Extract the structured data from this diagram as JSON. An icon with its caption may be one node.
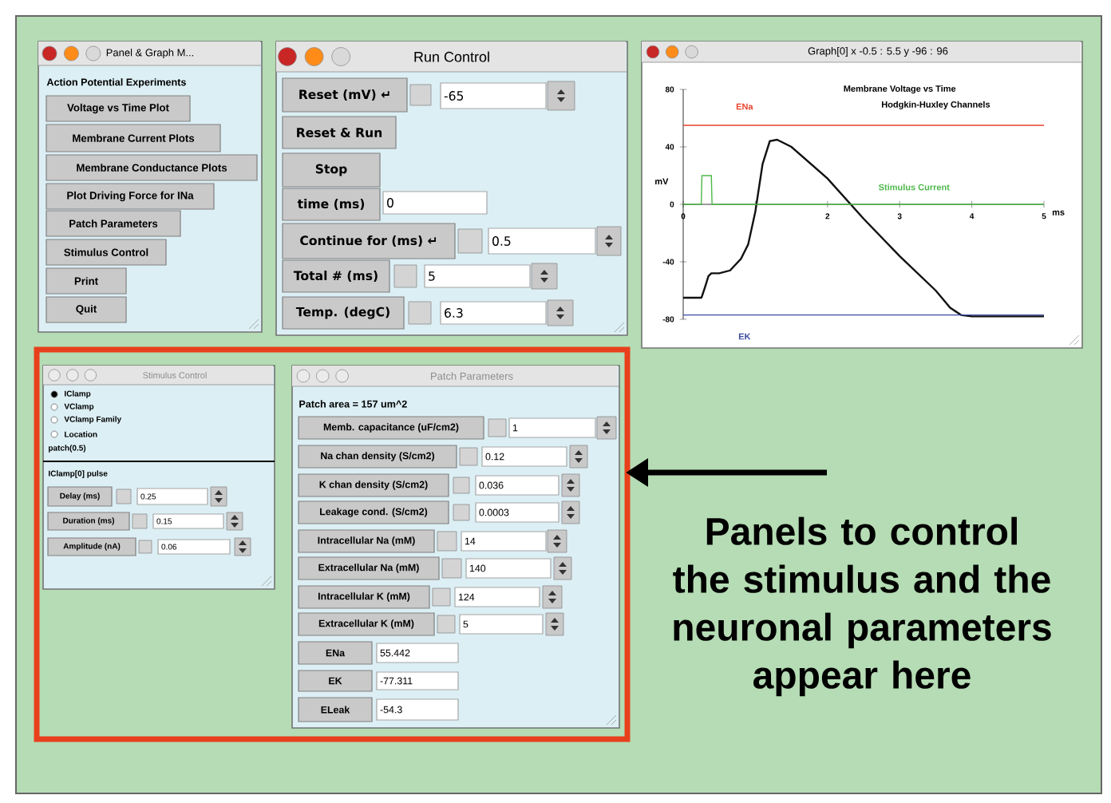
{
  "diagram": {
    "nodes": [
      {
        "text": [
          "Panel & Graph M...",
          "Action Potential Experiments"
        ]
      },
      {
        "text": [
          "Voltage vs Time Plot"
        ],
        "in": 0
      },
      {
        "text": [
          "Membrane Current Plots"
        ],
        "in": 0
      },
      {
        "text": [
          "Membrane Conductance Plots"
        ],
        "in": 0
      },
      {
        "text": [
          "Plot Driving Force for INa"
        ],
        "in": 0
      },
      {
        "text": [
          "Patch Parameters"
        ],
        "in": 0
      },
      {
        "text": [
          "Stimulus Control"
        ],
        "in": 0
      },
      {
        "text": [
          "Print"
        ],
        "in": 0
      },
      {
        "text": [
          "Quit"
        ],
        "in": 0
      },
      {
        "text": [
          "Run Control"
        ]
      },
      {
        "text": [
          "Reset (mV) ↵"
        ],
        "in": 9
      },
      {
        "text": [
          "-65"
        ],
        "in": 9
      },
      {
        "text": [
          "Reset & Run"
        ],
        "in": 9
      },
      {
        "text": [
          "Stop"
        ],
        "in": 9
      },
      {
        "text": [
          "time (ms)"
        ],
        "in": 9
      },
      {
        "text": [
          "0"
        ],
        "in": 9
      },
      {
        "text": [
          "Continue for (ms) ↵"
        ],
        "in": 9
      },
      {
        "text": [
          "0.5"
        ],
        "in": 9
      },
      {
        "text": [
          "Total # (ms)"
        ],
        "in": 9
      },
      {
        "text": [
          "5"
        ],
        "in": 9
      },
      {
        "text": [
          "Temp. (degC)"
        ],
        "in": 9
      },
      {
        "text": [
          "6.3"
        ],
        "in": 9
      },
      {
        "text": [
          "Graph[0] x -0.5 : 5.5 y -96 : 96"
        ]
      },
      {
        "text": [],
        "shape": "box"
      },
      {
        "text": [
          "Stimulus Control",
          "IClamp",
          "VClamp",
          "VClamp Family",
          "Location",
          "patch(0.5)",
          "IClamp[0] pulse"
        ],
        "in": 23
      },
      {
        "text": [
          "Delay (ms)"
        ],
        "in": 24
      },
      {
        "text": [
          "0.25"
        ],
        "in": 24
      },
      {
        "text": [
          "Duration (ms)"
        ],
        "in": 24
      },
      {
        "text": [
          "0.15"
        ],
        "in": 24
      },
      {
        "text": [
          "Amplitude (nA)"
        ],
        "in": 24
      },
      {
        "text": [
          "0.06"
        ],
        "in": 24
      },
      {
        "text": [
          "Patch Parameters",
          "Patch area = 157 um^2"
        ],
        "in": 23
      },
      {
        "text": [
          "Memb. capacitance (uF/cm2)"
        ],
        "in": 31
      },
      {
        "text": [
          "1"
        ],
        "in": 31
      },
      {
        "text": [
          "Na chan density (S/cm2)"
        ],
        "in": 31
      },
      {
        "text": [
          "0.12"
        ],
        "in": 31
      },
      {
        "text": [
          "K chan density (S/cm2)"
        ],
        "in": 31
      },
      {
        "text": [
          "0.036"
        ],
        "in": 31
      },
      {
        "text": [
          "Leakage cond. (S/cm2)"
        ],
        "in": 31
      },
      {
        "text": [
          "0.0003"
        ],
        "in": 31
      },
      {
        "text": [
          "Intracellular Na (mM)"
        ],
        "in": 31
      },
      {
        "text": [
          "14"
        ],
        "in": 31
      },
      {
        "text": [
          "Extracellular Na (mM)"
        ],
        "in": 31
      },
      {
        "text": [
          "140"
        ],
        "in": 31
      },
      {
        "text": [
          "Intracellular K (mM)"
        ],
        "in": 31
      },
      {
        "text": [
          "124"
        ],
        "in": 31
      },
      {
        "text": [
          "Extracellular K (mM)"
        ],
        "in": 31
      },
      {
        "text": [
          "5"
        ],
        "in": 31
      },
      {
        "text": [
          "ENa"
        ],
        "in": 31
      },
      {
        "text": [
          "55.442"
        ],
        "in": 31
      },
      {
        "text": [
          "EK"
        ],
        "in": 31
      },
      {
        "text": [
          "-77.311"
        ],
        "in": 31
      },
      {
        "text": [
          "ELeak"
        ],
        "in": 31
      },
      {
        "text": [
          "-54.3"
        ],
        "in": 31
      },
      {
        "text": [
          "Panels to control the stimulus and the neuronal parameters appear here"
        ]
      }
    ],
    "edges": [
      {
        "from": 54,
        "to": 23,
        "arrow": "to"
      }
    ],
    "chart_data": {
      "type": "line",
      "title": "Membrane Voltage vs Time",
      "xlabel": "ms",
      "ylabel": "mV",
      "x": [
        0,
        0.25,
        0.26,
        0.3,
        0.35,
        0.39,
        0.4,
        0.5,
        0.65,
        0.8,
        0.9,
        1.0,
        1.1,
        1.2,
        1.3,
        1.5,
        2.0,
        2.5,
        3.0,
        3.5,
        3.7,
        3.85,
        4.0,
        5.0
      ],
      "series": [
        {
          "color": "#111111",
          "values": [
            -65,
            -65,
            -64,
            -58,
            -50,
            -48,
            -48,
            -48,
            -46,
            -38,
            -28,
            -5,
            28,
            44,
            45,
            40,
            18,
            -10,
            -36,
            -60,
            -72,
            -77,
            -78,
            -78
          ]
        },
        {
          "name": "ENa",
          "color": "#e8412c",
          "values": [
            55,
            55,
            55,
            55,
            55,
            55,
            55,
            55,
            55,
            55,
            55,
            55,
            55,
            55,
            55,
            55,
            55,
            55,
            55,
            55,
            55,
            55,
            55,
            55
          ]
        },
        {
          "name": "EK",
          "color": "#3b4aa0",
          "values": [
            -77,
            -77,
            -77,
            -77,
            -77,
            -77,
            -77,
            -77,
            -77,
            -77,
            -77,
            -77,
            -77,
            -77,
            -77,
            -77,
            -77,
            -77,
            -77,
            -77,
            -77,
            -77,
            -77,
            -77
          ]
        },
        {
          "name": "Stimulus Current",
          "color": "#4cb848",
          "values": [
            0,
            0,
            20,
            20,
            20,
            20,
            0,
            0,
            0,
            0,
            0,
            0,
            0,
            0,
            0,
            0,
            0,
            0,
            0,
            0,
            0,
            0,
            0,
            0
          ]
        }
      ],
      "xlim": [
        0,
        5
      ],
      "ylim": [
        -80,
        80
      ],
      "xticks": [
        0,
        2,
        3,
        4,
        5
      ],
      "yticks": [
        -80,
        -40,
        0,
        40,
        80
      ],
      "annotations": [
        {
          "text": "Hodgkin-Huxley Channels"
        }
      ]
    }
  }
}
